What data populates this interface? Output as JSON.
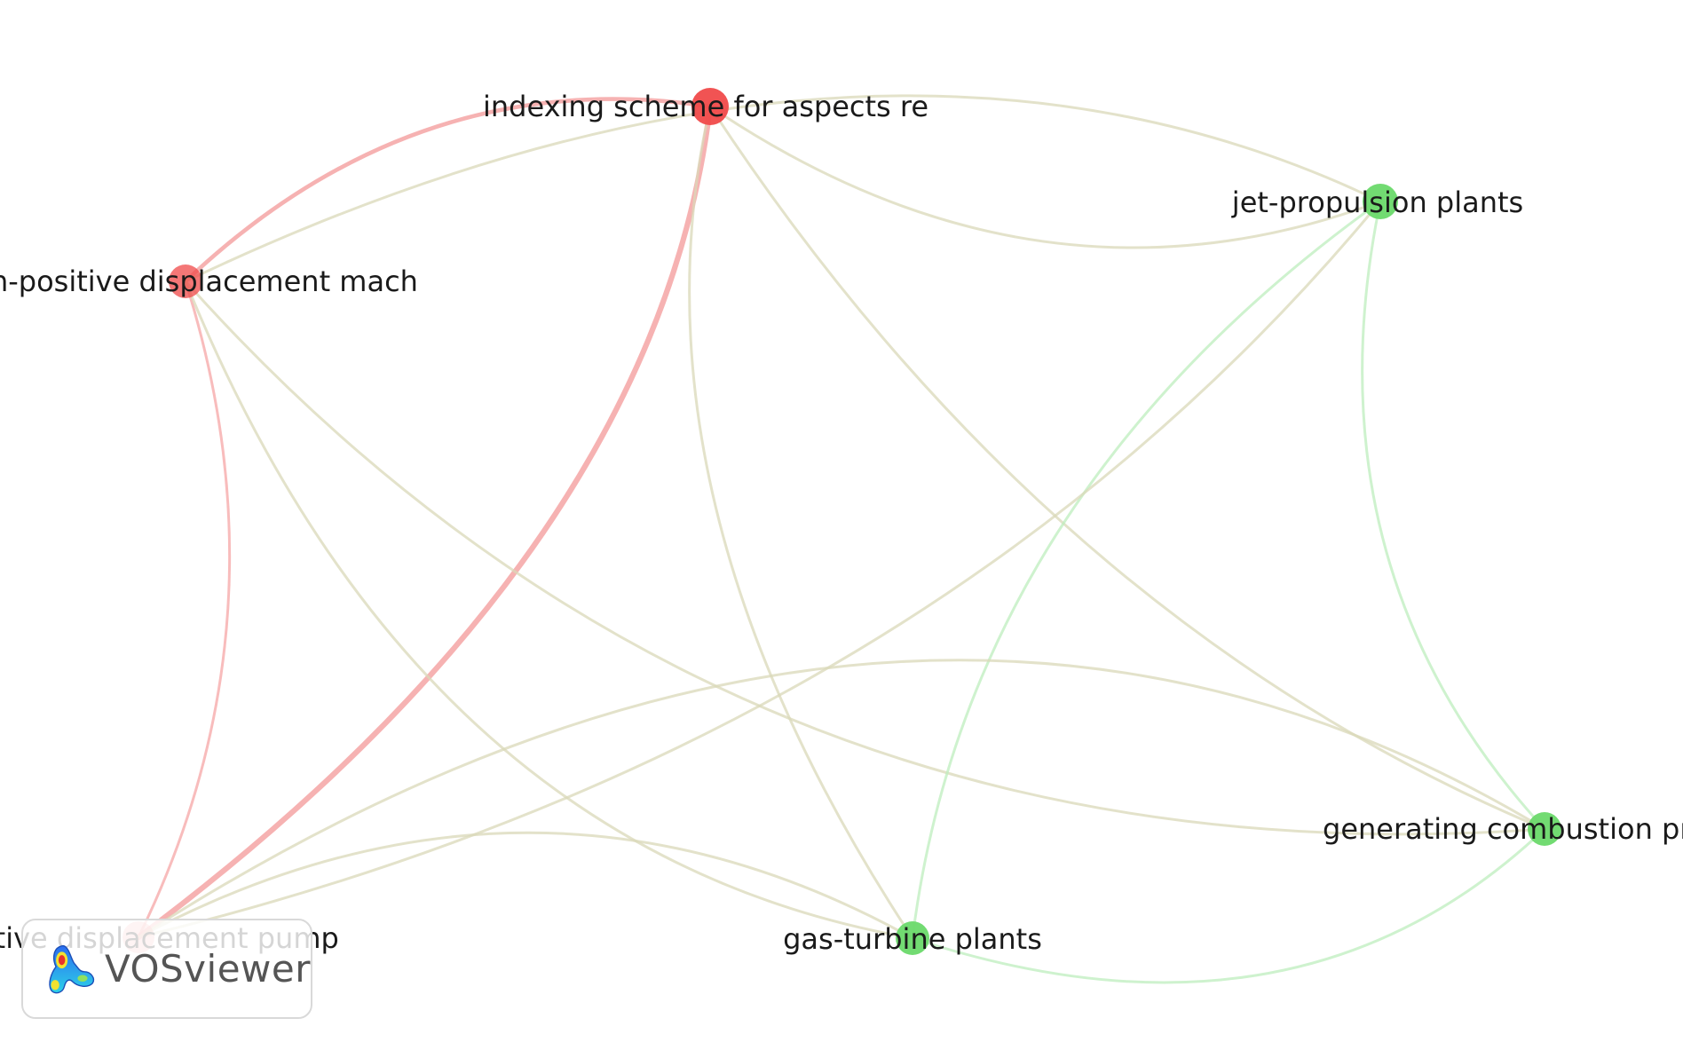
{
  "colors": {
    "cluster_red": "#f04a4a",
    "cluster_green": "#6ad96a",
    "edge_red": "#f5a5a5",
    "edge_green": "#bdeebd",
    "edge_mixed": "#d9d8b8",
    "label": "#1a1a1a"
  },
  "nodes": [
    {
      "id": "indexing",
      "label": "indexing scheme for aspects re",
      "cluster": "red"
    },
    {
      "id": "nonpos",
      "label": "non-positive displacement mach",
      "cluster": "red"
    },
    {
      "id": "pospump",
      "label": "positive displacement pump",
      "cluster": "red"
    },
    {
      "id": "jet",
      "label": "jet-propulsion plants",
      "cluster": "green"
    },
    {
      "id": "gasturbine",
      "label": "gas-turbine plants",
      "cluster": "green"
    },
    {
      "id": "gencomb",
      "label": "generating combustion pro",
      "cluster": "green"
    }
  ],
  "edges": [
    {
      "source": "indexing",
      "target": "pospump",
      "weight": 3
    },
    {
      "source": "indexing",
      "target": "nonpos",
      "weight": 2
    },
    {
      "source": "indexing",
      "target": "jet",
      "weight": 1
    },
    {
      "source": "indexing",
      "target": "gasturbine",
      "weight": 1
    },
    {
      "source": "indexing",
      "target": "gencomb",
      "weight": 1
    },
    {
      "source": "nonpos",
      "target": "jet",
      "weight": 1
    },
    {
      "source": "nonpos",
      "target": "pospump",
      "weight": 1
    },
    {
      "source": "nonpos",
      "target": "gasturbine",
      "weight": 1
    },
    {
      "source": "nonpos",
      "target": "gencomb",
      "weight": 1
    },
    {
      "source": "jet",
      "target": "gasturbine",
      "weight": 1
    },
    {
      "source": "jet",
      "target": "gencomb",
      "weight": 1
    },
    {
      "source": "jet",
      "target": "pospump",
      "weight": 1
    },
    {
      "source": "gasturbine",
      "target": "gencomb",
      "weight": 1
    },
    {
      "source": "pospump",
      "target": "gasturbine",
      "weight": 1
    },
    {
      "source": "pospump",
      "target": "gencomb",
      "weight": 1
    }
  ],
  "branding": {
    "logo_text": "VOSviewer",
    "logo_icon": "vosviewer-density-icon"
  }
}
